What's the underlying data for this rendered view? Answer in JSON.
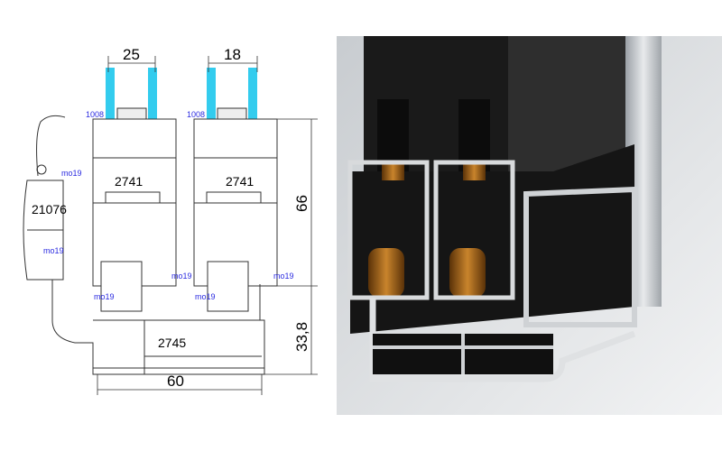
{
  "drawing": {
    "dimensions": {
      "glass_left": "25",
      "glass_right": "18",
      "height_upper": "66",
      "height_lower": "33,8",
      "width_total": "60"
    },
    "profiles": {
      "sash_left": "2741",
      "sash_right": "2741",
      "frame_side": "21076",
      "frame_bottom": "2745"
    },
    "gaskets": {
      "glazing_left": "1008",
      "glazing_right": "1008"
    },
    "brushes": [
      "mo19",
      "mo19",
      "mo19",
      "mo19",
      "mo19",
      "mo19"
    ]
  },
  "colors": {
    "glass": "#33ccee",
    "annotation": "#2a2ae0",
    "render_background": "#e4e6e8"
  }
}
